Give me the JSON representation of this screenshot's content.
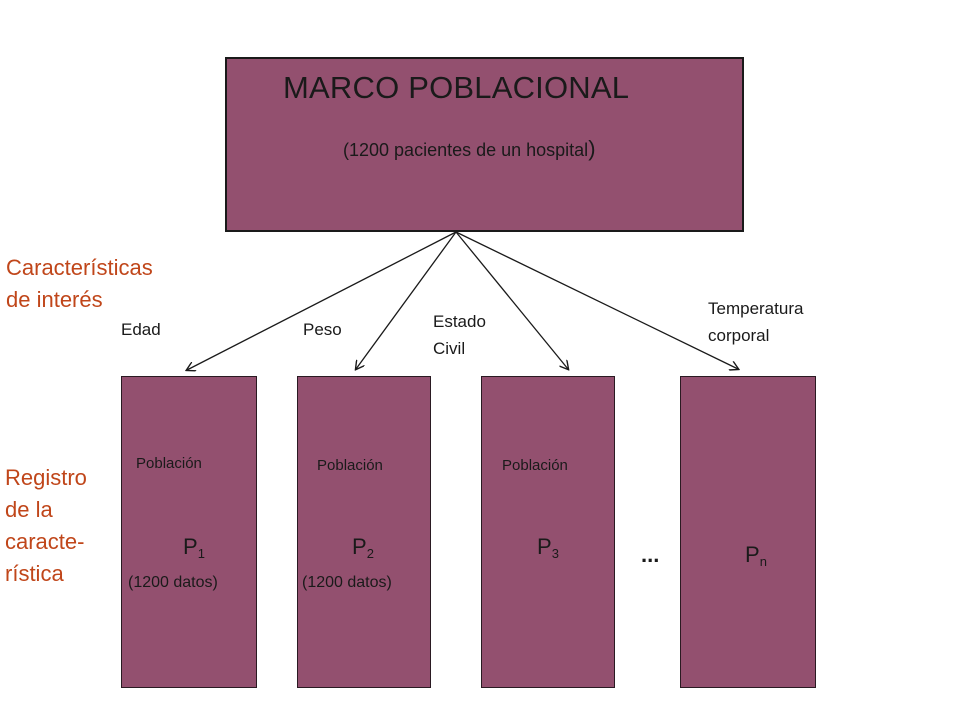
{
  "marco": {
    "title": "MARCO POBLACIONAL",
    "subtitle": "1200 pacientes de un hospital",
    "paren_open": "(",
    "paren_close": ")"
  },
  "labels": {
    "caracteristicas_line1": "Características",
    "caracteristicas_line2": "de interés",
    "registro_lines": [
      "Registro",
      "de la",
      "caracte-",
      "rística"
    ]
  },
  "characteristics": [
    {
      "lines": [
        "Edad"
      ]
    },
    {
      "lines": [
        "Peso"
      ]
    },
    {
      "lines": [
        "Estado",
        "Civil"
      ]
    },
    {
      "lines": [
        "Temperatura",
        "corporal"
      ]
    }
  ],
  "populations": [
    {
      "word": "Población",
      "letter": "P",
      "sub": "1",
      "datos": "(1200 datos)"
    },
    {
      "word": "Población",
      "letter": "P",
      "sub": "2",
      "datos": "(1200 datos)"
    },
    {
      "word": "Población",
      "letter": "P",
      "sub": "3",
      "datos": ""
    },
    {
      "word": "",
      "letter": "P",
      "sub": "n",
      "datos": ""
    }
  ],
  "ellipsis": "...",
  "colors": {
    "box_fill": "#93506f",
    "accent_label": "#c0461a"
  }
}
